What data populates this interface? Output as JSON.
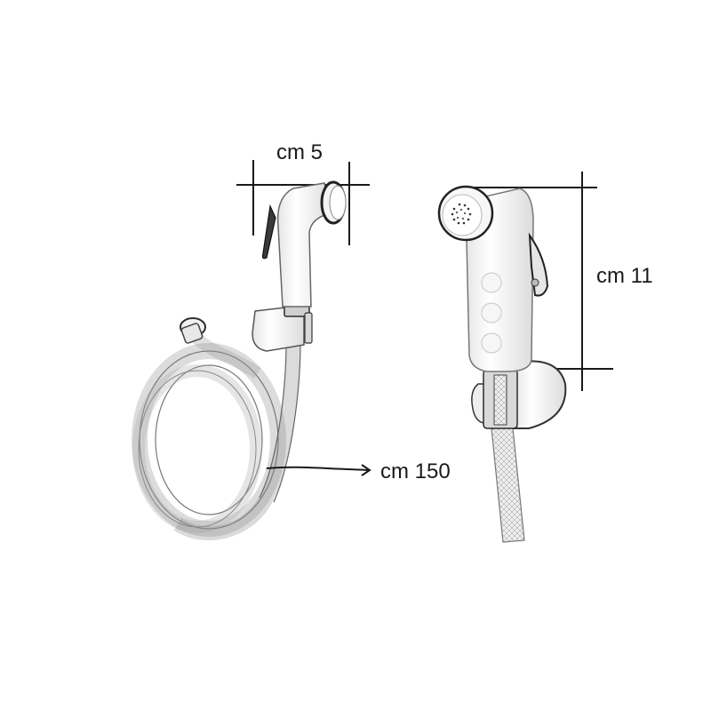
{
  "diagram": {
    "type": "product-dimension-drawing",
    "subject": "bidet hand shower sprayer with hose and wall bracket",
    "views": [
      {
        "id": "side-view",
        "description": "handheld sprayer seen from side, with wall bracket and coiled hose"
      },
      {
        "id": "front-view",
        "description": "handheld sprayer seen from spray-head side, mounted in bracket with straight hose"
      }
    ],
    "dimensions": {
      "width": {
        "label": "cm 5",
        "value": 5,
        "unit": "cm",
        "applies_to": "sprayer head width"
      },
      "height": {
        "label": "cm 11",
        "value": 11,
        "unit": "cm",
        "applies_to": "sprayer body height"
      },
      "hose_length": {
        "label": "cm 150",
        "value": 150,
        "unit": "cm",
        "applies_to": "flexible hose length"
      }
    },
    "colors": {
      "background": "#ffffff",
      "line": "#1a1a1a",
      "product_fill": "#fafafa",
      "product_outline": "#555555",
      "chrome": "#2b2b2b"
    }
  }
}
